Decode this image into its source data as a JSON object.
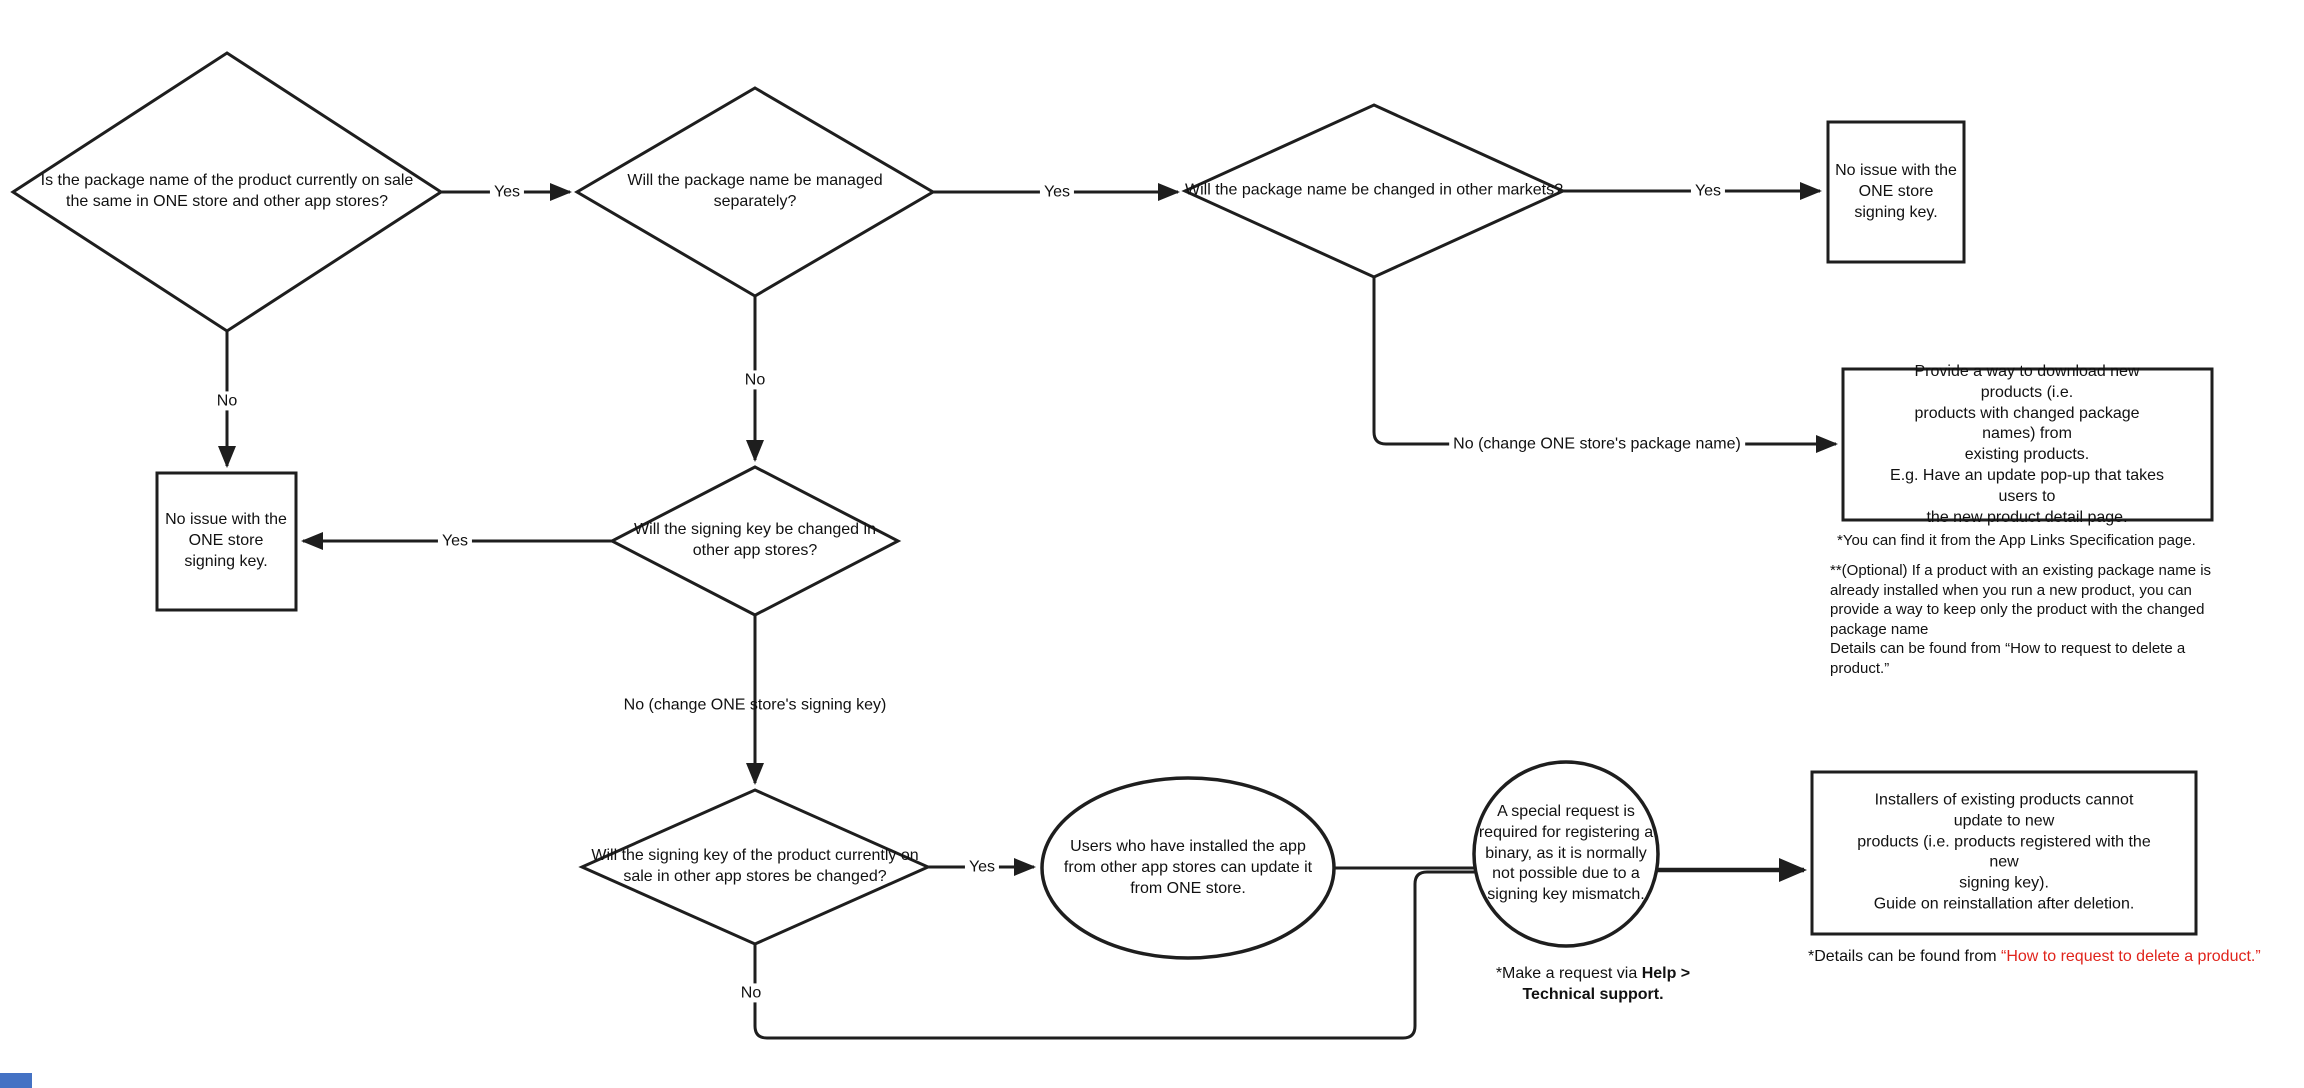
{
  "flowchart": {
    "nodes": {
      "package_name_same": "Is the package name of the product currently on sale\nthe same in ONE store and other app stores?",
      "managed_separately": "Will the package name be managed\nseparately?",
      "changed_other_markets": "Will the package name be changed in other markets?",
      "no_issue_top": "No issue with the\nONE store\nsigning key.",
      "no_issue_left": "No issue with the\nONE store\nsigning key.",
      "signing_key_changed": "Will the signing key be changed in\nother app stores?",
      "signing_key_product_changed": "Will the signing key of the product currently on\nsale in other app stores be changed?",
      "provide_download": "Provide a way to download new products (i.e.\nproducts with changed package names) from\nexisting products.\nE.g. Have an update pop-up that takes users to\nthe new product detail page.",
      "users_update": "Users who have installed the app\nfrom other app stores can update it\nfrom ONE store.",
      "special_request": "A special request is\nrequired for registering a\nbinary, as it is normally\nnot possible due to a\nsigning key mismatch.",
      "installers_cannot_update": "Installers of existing products cannot update to new\nproducts (i.e. products registered with the new\nsigning key).\nGuide on reinstallation after deletion."
    },
    "labels": {
      "yes1": "Yes",
      "yes2": "Yes",
      "yes3": "Yes",
      "yes4": "Yes",
      "yes5": "Yes",
      "no1": "No",
      "no2": "No",
      "no3": "No",
      "no_package": "No (change ONE store's package name)",
      "no_signing": "No (change ONE store's signing key)"
    },
    "notes": {
      "app_links": "*You can find it from the App Links Specification page.",
      "optional": "**(Optional) If a product with an existing package name is\nalready installed when you run a new product, you can\nprovide a way to keep only the product with the changed\npackage name\nDetails can be found from “How to request to delete a\nproduct.”",
      "make_request_prefix": "*Make a request via ",
      "make_request_bold": "Help > Technical support.",
      "details_prefix": "*Details can be found from ",
      "details_red": "“How to request to delete a product.”"
    },
    "colors": {
      "line": "#1e1e1e",
      "red": "#e0241c",
      "corner_blue": "#4472c4"
    }
  }
}
